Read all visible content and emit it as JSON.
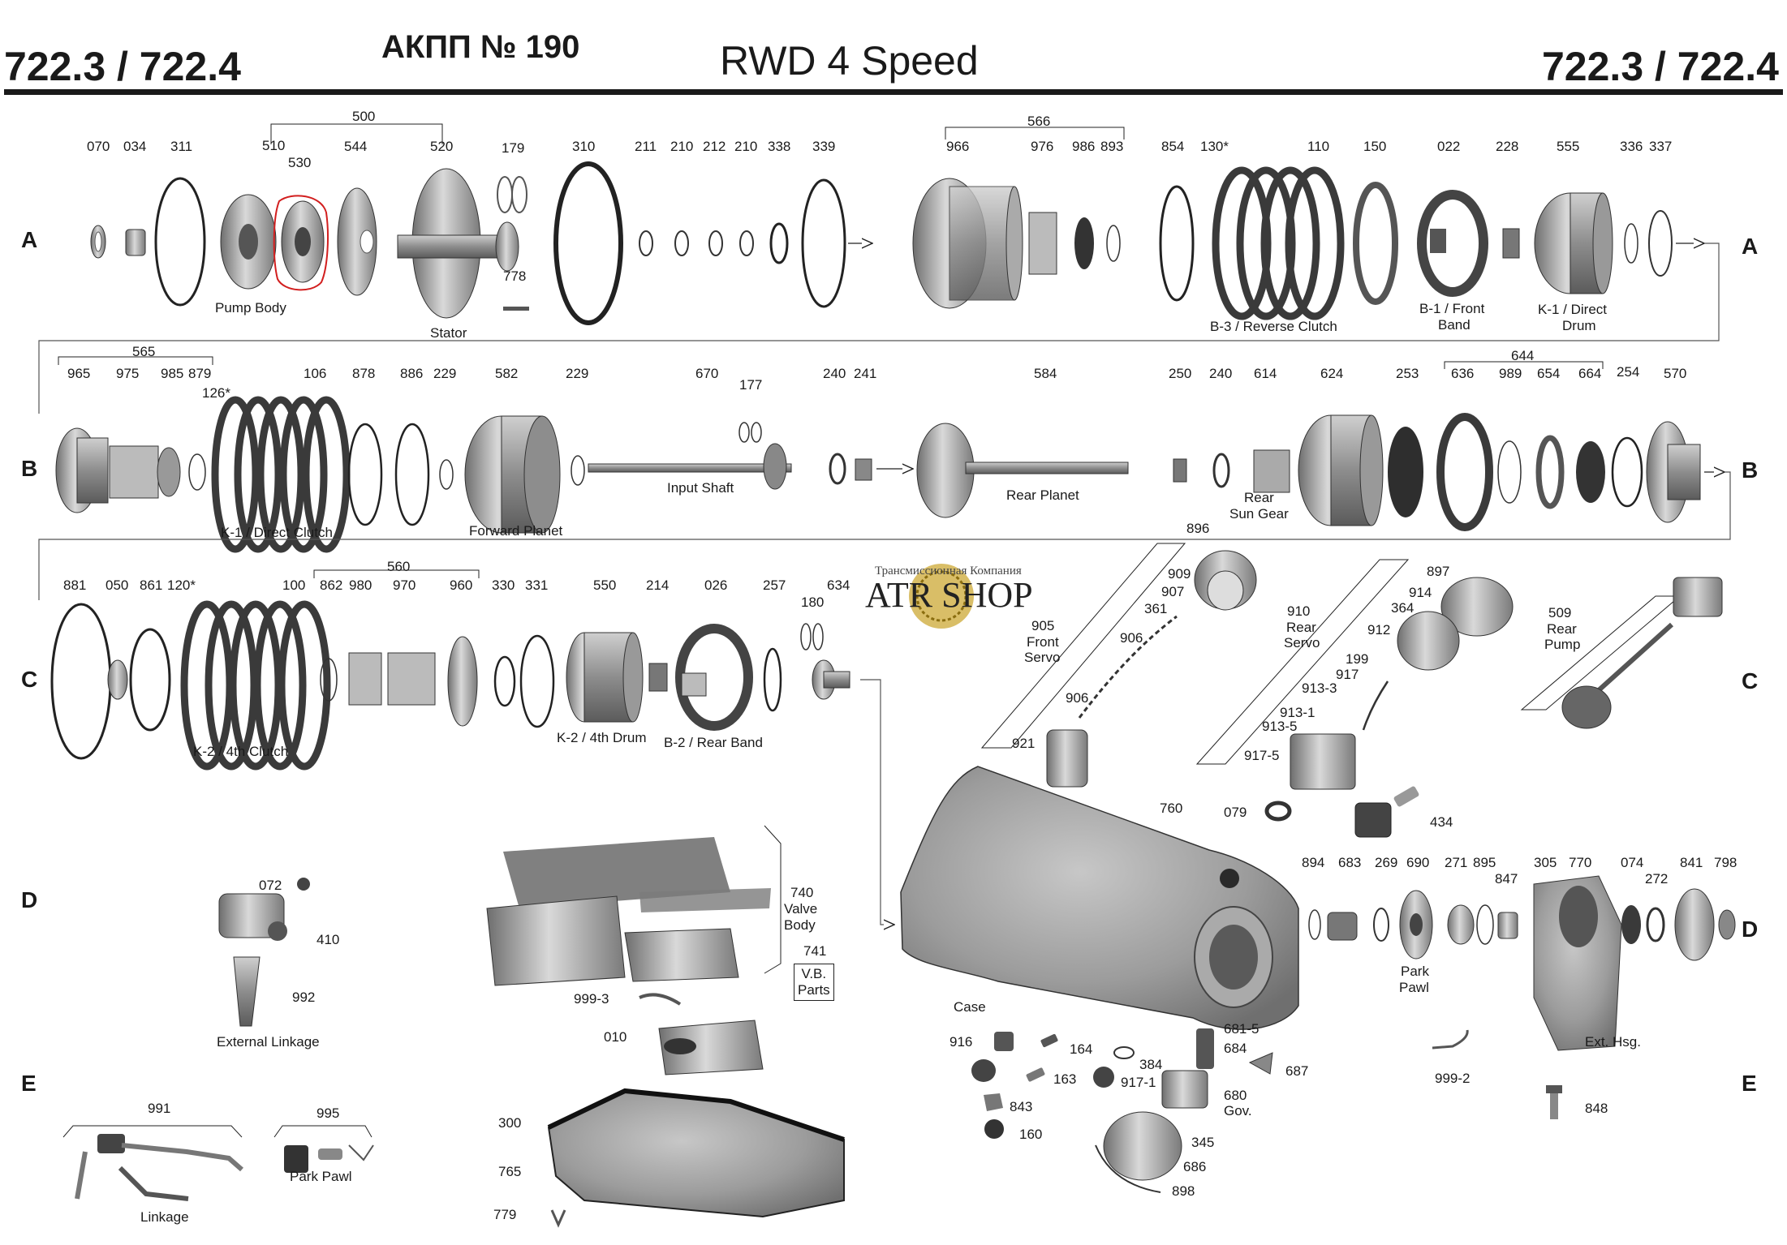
{
  "header": {
    "model_left": "722.3 / 722.4",
    "akpp_title": "АКПП № 190",
    "title": "RWD 4 Speed",
    "model_right": "722.3 / 722.4"
  },
  "rows": {
    "a": "A",
    "b": "B",
    "c": "C",
    "d": "D",
    "e": "E"
  },
  "part_numbers": {
    "r_a": [
      "070",
      "034",
      "311",
      "510",
      "530",
      "544",
      "500",
      "520",
      "179",
      "778",
      "310",
      "211",
      "210",
      "212",
      "210",
      "338",
      "339",
      "566",
      "966",
      "976",
      "986",
      "893",
      "854",
      "130*",
      "110",
      "150",
      "022",
      "228",
      "555",
      "336",
      "337"
    ],
    "r_b": [
      "565",
      "965",
      "975",
      "985",
      "879",
      "126*",
      "106",
      "878",
      "886",
      "229",
      "582",
      "229",
      "670",
      "177",
      "240",
      "241",
      "584",
      "250",
      "240",
      "614",
      "624",
      "253",
      "644",
      "636",
      "989",
      "654",
      "664",
      "254",
      "570"
    ],
    "r_c": [
      "881",
      "050",
      "861",
      "120*",
      "100",
      "560",
      "862",
      "980",
      "970",
      "960",
      "330",
      "331",
      "550",
      "214",
      "026",
      "257",
      "180",
      "634",
      "896",
      "909",
      "907",
      "361",
      "905",
      "906",
      "906",
      "921",
      "897",
      "914",
      "364",
      "910",
      "912",
      "199",
      "917",
      "913-3",
      "913-1",
      "913-5",
      "917-5",
      "509"
    ],
    "r_d": [
      "072",
      "410",
      "992",
      "740",
      "741",
      "999-3",
      "010",
      "760",
      "079",
      "434",
      "894",
      "683",
      "269",
      "690",
      "271",
      "895",
      "847",
      "305",
      "770",
      "074",
      "272",
      "841",
      "798"
    ],
    "r_e": [
      "991",
      "995",
      "300",
      "765",
      "779",
      "916",
      "164",
      "163",
      "843",
      "160",
      "384",
      "917-1",
      "681-5",
      "684",
      "687",
      "680",
      "345",
      "686",
      "898",
      "999-2",
      "848"
    ]
  },
  "labels": {
    "pump_body": "Pump Body",
    "stator": "Stator",
    "b3_reverse_clutch": "B-3 / Reverse Clutch",
    "b1_front_band_1": "B-1 / Front",
    "b1_front_band_2": "Band",
    "k1_direct_drum_1": "K-1 / Direct",
    "k1_direct_drum_2": "Drum",
    "k1_direct_clutch": "K-1 / Direct Clutch",
    "forward_planet": "Forward Planet",
    "input_shaft": "Input Shaft",
    "rear_planet": "Rear Planet",
    "rear_sun_gear_1": "Rear",
    "rear_sun_gear_2": "Sun Gear",
    "k2_4th_clutch": "K-2 / 4th Clutch",
    "k2_4th_drum": "K-2 / 4th Drum",
    "b2_rear_band": "B-2 / Rear Band",
    "front_servo_1": "Front",
    "front_servo_2": "Servo",
    "rear_servo_1": "Rear",
    "rear_servo_2": "Servo",
    "rear_pump_1": "Rear",
    "rear_pump_2": "Pump",
    "external_linkage": "External Linkage",
    "valve_body_1": "Valve",
    "valve_body_2": "Body",
    "vb_parts_1": "V.B.",
    "vb_parts_2": "Parts",
    "case": "Case",
    "park_pawl_d_1": "Park",
    "park_pawl_d_2": "Pawl",
    "ext_hsg": "Ext. Hsg.",
    "gov": "Gov.",
    "linkage": "Linkage",
    "park_pawl_e": "Park Pawl"
  },
  "watermark": {
    "name": "ATR SHOP",
    "subtitle": "Трансмиссионная Компания"
  },
  "colors": {
    "ink": "#1a1a1a",
    "part_metal": "#9a9a9a",
    "part_dark": "#3a3a3a",
    "highlight": "#d21f1f",
    "logo_gold": "#c9a227"
  }
}
